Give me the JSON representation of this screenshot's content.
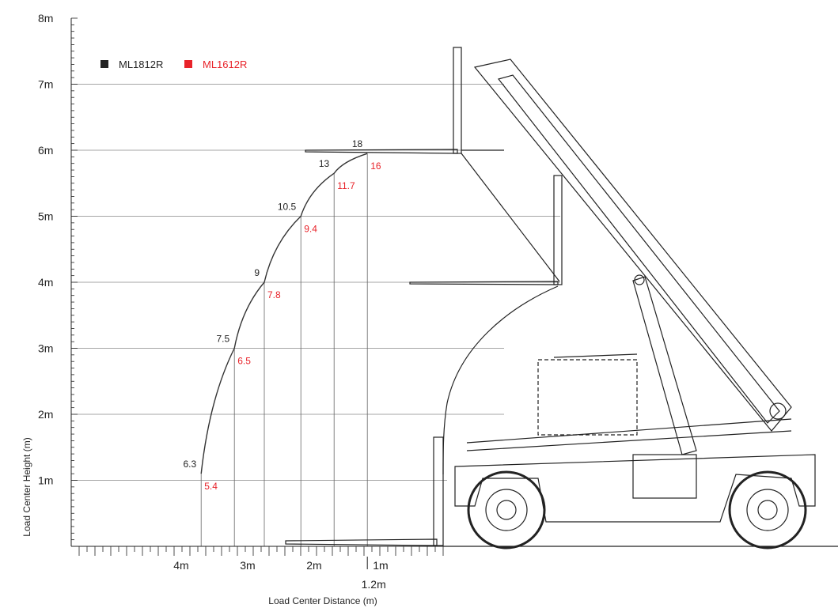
{
  "chart_data": {
    "type": "line",
    "xlabel": "Load Center Distance (m)",
    "ylabel": "Load Center Height (m)",
    "x_ticks": [
      "4m",
      "3m",
      "2m",
      "1m"
    ],
    "x_extra_tick": "1.2m",
    "y_ticks": [
      "1m",
      "2m",
      "3m",
      "4m",
      "5m",
      "6m",
      "7m",
      "8m"
    ],
    "xlim": [
      0,
      5.5
    ],
    "ylim": [
      0,
      8
    ],
    "x_reversed": true,
    "grid": true,
    "legend_position": "top-left",
    "series": [
      {
        "name": "ML1812R",
        "color": "#222222",
        "points": [
          {
            "x": 3.7,
            "y": 1.1,
            "capacity": "6.3"
          },
          {
            "x": 3.2,
            "y": 3.0,
            "capacity": "7.5"
          },
          {
            "x": 2.75,
            "y": 4.0,
            "capacity": "9"
          },
          {
            "x": 2.2,
            "y": 5.0,
            "capacity": "10.5"
          },
          {
            "x": 1.7,
            "y": 5.65,
            "capacity": "13"
          },
          {
            "x": 1.2,
            "y": 5.95,
            "capacity": "18"
          }
        ]
      },
      {
        "name": "ML1612R",
        "color": "#e8232a",
        "points": [
          {
            "x": 3.7,
            "y": 1.1,
            "capacity": "5.4"
          },
          {
            "x": 3.2,
            "y": 3.0,
            "capacity": "6.5"
          },
          {
            "x": 2.75,
            "y": 4.0,
            "capacity": "7.8"
          },
          {
            "x": 2.2,
            "y": 5.0,
            "capacity": "9.4"
          },
          {
            "x": 1.7,
            "y": 5.65,
            "capacity": "11.7"
          },
          {
            "x": 1.2,
            "y": 5.95,
            "capacity": "16"
          }
        ]
      }
    ]
  }
}
